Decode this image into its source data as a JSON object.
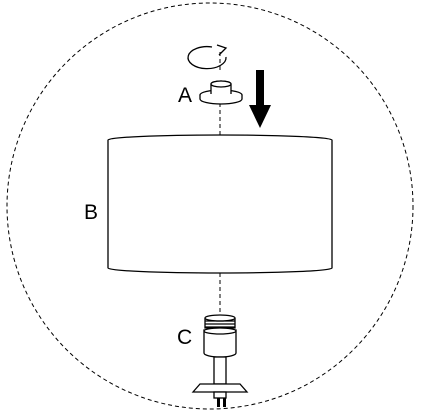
{
  "labels": {
    "a": "A",
    "b": "B",
    "c": "C"
  },
  "parts": {
    "a": "ring-nut",
    "b": "drum-shade",
    "c": "lamp-socket"
  },
  "icons": {
    "rotate": "rotate-arrow-icon",
    "direction": "down-arrow-icon"
  },
  "colors": {
    "stroke": "#000000",
    "fill": "#ffffff"
  }
}
